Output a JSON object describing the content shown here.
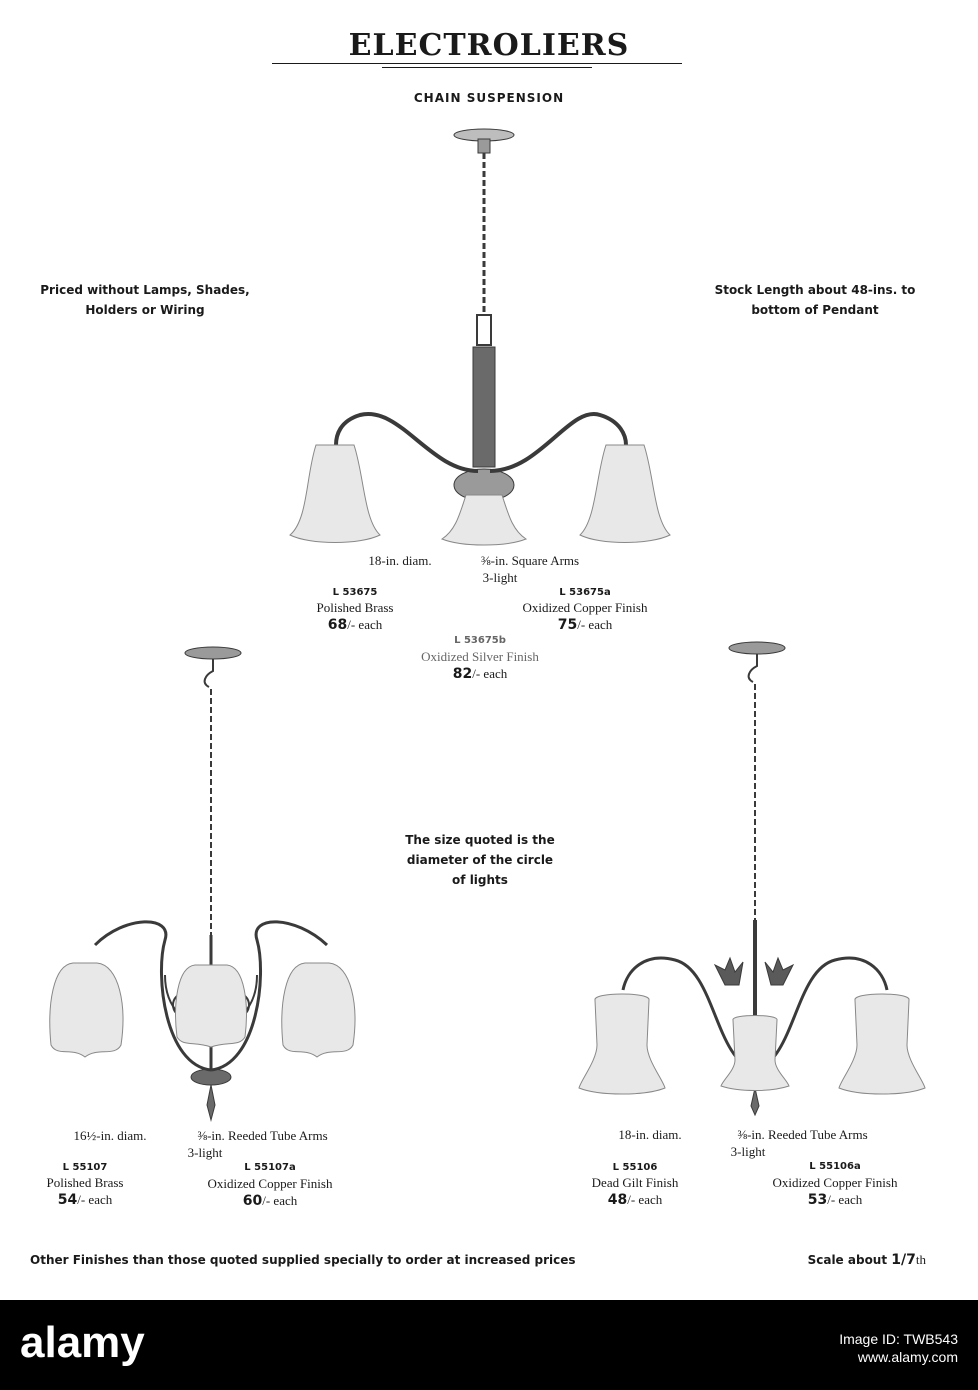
{
  "header": {
    "title": "ELECTROLIERS",
    "subtitle": "CHAIN SUSPENSION"
  },
  "notes": {
    "left": "Priced without Lamps, Shades,\nHolders or Wiring",
    "right": "Stock Length about 48-ins. to\nbottom of Pendant",
    "center": "The size quoted is the\ndiameter of the circle\nof lights"
  },
  "fixtures": {
    "top": {
      "diameter": "18-in. diam.",
      "arms": "⅜-in. Square Arms",
      "lights": "3-light",
      "variants": [
        {
          "code": "L 53675",
          "finish": "Polished Brass",
          "price": "68",
          "suffix": "/- each"
        },
        {
          "code": "L 53675a",
          "finish": "Oxidized Copper Finish",
          "price": "75",
          "suffix": "/- each"
        },
        {
          "code": "L 53675b",
          "finish": "Oxidized Silver Finish",
          "price": "82",
          "suffix": "/- each"
        }
      ]
    },
    "bottom_left": {
      "diameter": "16½-in. diam.",
      "arms": "⅜-in. Reeded Tube Arms",
      "lights": "3-light",
      "variants": [
        {
          "code": "L 55107",
          "finish": "Polished Brass",
          "price": "54",
          "suffix": "/- each"
        },
        {
          "code": "L 55107a",
          "finish": "Oxidized Copper Finish",
          "price": "60",
          "suffix": "/- each"
        }
      ]
    },
    "bottom_right": {
      "diameter": "18-in. diam.",
      "arms": "⅜-in. Reeded Tube Arms",
      "lights": "3-light",
      "variants": [
        {
          "code": "L 55106",
          "finish": "Dead Gilt Finish",
          "price": "48",
          "suffix": "/- each"
        },
        {
          "code": "L 55106a",
          "finish": "Oxidized Copper Finish",
          "price": "53",
          "suffix": "/- each"
        }
      ]
    }
  },
  "footer": {
    "left": "Other Finishes than those quoted supplied specially to order at increased prices",
    "scale_label": "Scale about ",
    "scale_value": "1/7",
    "scale_suffix": "th"
  },
  "watermark": {
    "brand": "alamy",
    "image_id_label": "Image ID: TWB543",
    "site": "www.alamy.com"
  },
  "colors": {
    "ink": "#1a1a1a",
    "metal": "#3a3a3a",
    "glass": "#e8e8e8",
    "band": "#000000"
  }
}
